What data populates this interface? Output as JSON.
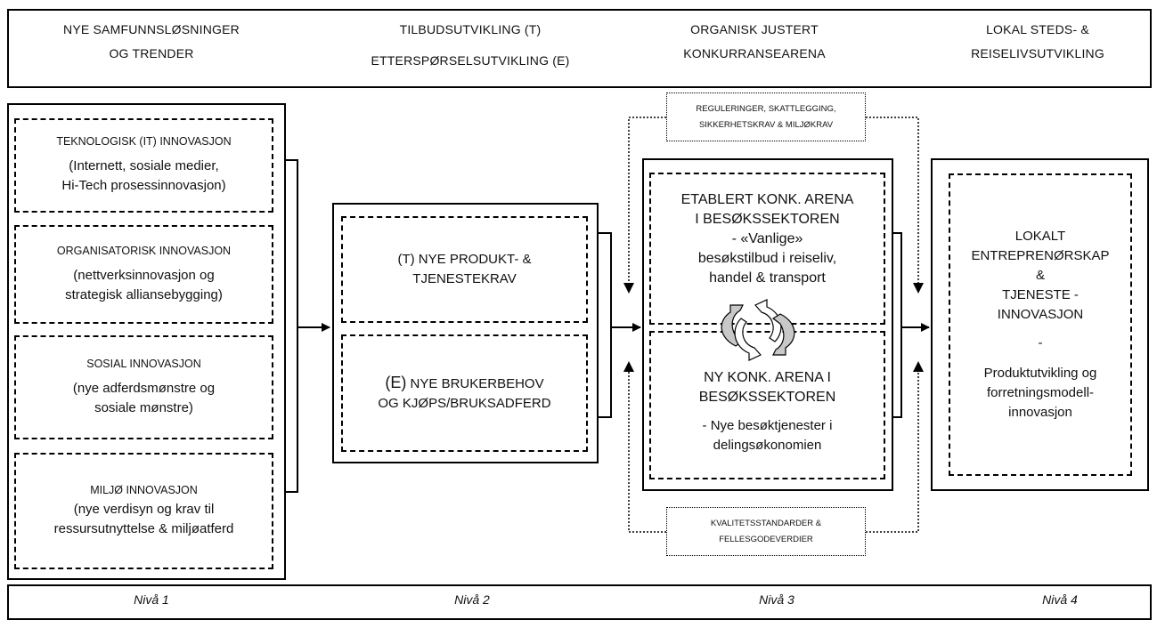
{
  "headers": [
    {
      "line1": "NYE SAMFUNNSLØSNINGER",
      "line2": "OG TRENDER"
    },
    {
      "line1": "TILBUDSUTVIKLING (T)",
      "line2": "ETTERSPØRSELSUTVIKLING (E)"
    },
    {
      "line1": "ORGANISK JUSTERT",
      "line2": "KONKURRANSEARENA"
    },
    {
      "line1": "LOKAL STEDS- &",
      "line2": "REISELIVSUTVIKLING"
    }
  ],
  "level1": [
    {
      "title": "TEKNOLOGISK (IT) INNOVASJON",
      "line1": "(Internett, sosiale medier,",
      "line2": "Hi-Tech prosessinnovasjon)"
    },
    {
      "title": "ORGANISATORISK INNOVASJON",
      "line1": "(nettverksinnovasjon og",
      "line2": "strategisk alliansebygging)"
    },
    {
      "title": "SOSIAL INNOVASJON",
      "line1": "(nye adferdsmønstre og",
      "line2": "sosiale mønstre)"
    },
    {
      "title": "MILJØ INNOVASJON",
      "line1": "(nye verdisyn og krav til",
      "line2": "ressursutnyttelse & miljøatferd"
    }
  ],
  "level2": {
    "top": {
      "line1": "(T) NYE PRODUKT- &",
      "line2": "TJENESTEKRAV"
    },
    "bottom": {
      "prefix": "(E)",
      "line1": " NYE BRUKERBEHOV",
      "line2": "OG KJØPS/BRUKSADFERD"
    }
  },
  "level3": {
    "regulations": {
      "line1": "REGULERINGER, SKATTLEGGING,",
      "line2": "SIKKERHETSKRAV & MILJØKRAV"
    },
    "quality": {
      "line1": "KVALITETSSTANDARDER &",
      "line2": "FELLESGODEVERDIER"
    },
    "established": {
      "line1": "ETABLERT KONK. ARENA",
      "line2": "I BESØKSSEKTOREN",
      "line3": "- «Vanlige»",
      "line4": "besøkstilbud i reiseliv,",
      "line5": "handel & transport"
    },
    "new": {
      "line1": "NY KONK. ARENA I",
      "line2": "BESØKSSEKTOREN",
      "line3": "-  Nye besøktjenester i",
      "line4": "delingsøkonomien"
    }
  },
  "level4": {
    "line1": "LOKALT",
    "line2": "ENTREPRENØRSKAP",
    "line3": "&",
    "line4": "TJENESTE -",
    "line5": "INNOVASJON",
    "line6": "-",
    "line7": "Produktutvikling og",
    "line8": "forretningsmodell-",
    "line9": "innovasjon"
  },
  "footer": [
    "Nivå 1",
    "Nivå 2",
    "Nivå 3",
    "Nivå 4"
  ]
}
